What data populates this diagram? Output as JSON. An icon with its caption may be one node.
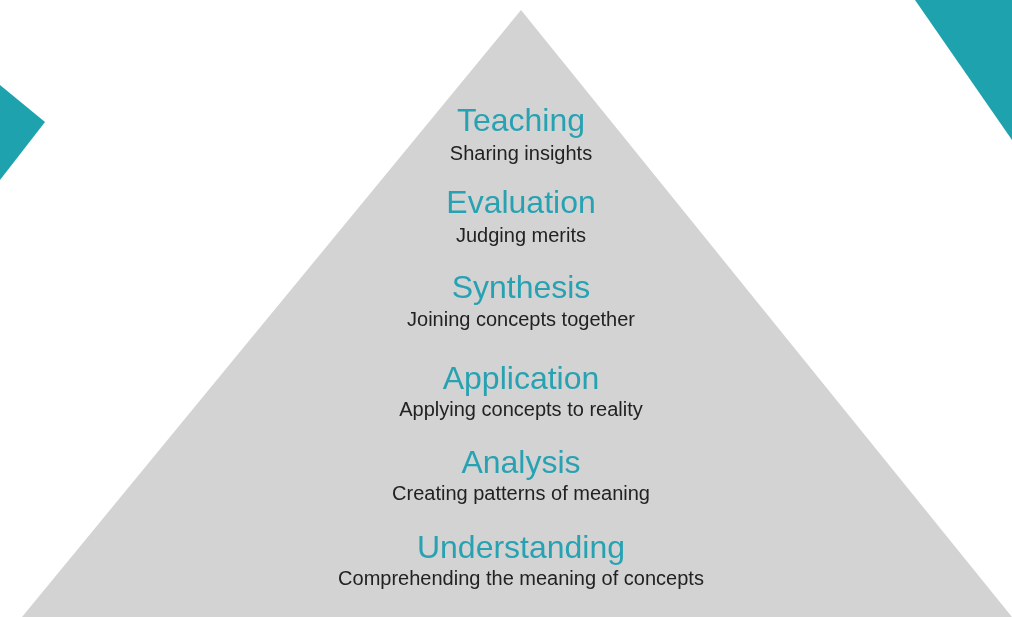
{
  "diagram": {
    "nodes": [
      {
        "text": [
          "Teaching",
          "Sharing insights",
          "Evaluation",
          "Judging merits",
          "Synthesis",
          "Joining concepts together",
          "Application",
          "Applying concepts to reality",
          "Analysis",
          "Creating patterns of meaning",
          "Understanding",
          "Comprehending the meaning of concepts"
        ]
      }
    ]
  }
}
